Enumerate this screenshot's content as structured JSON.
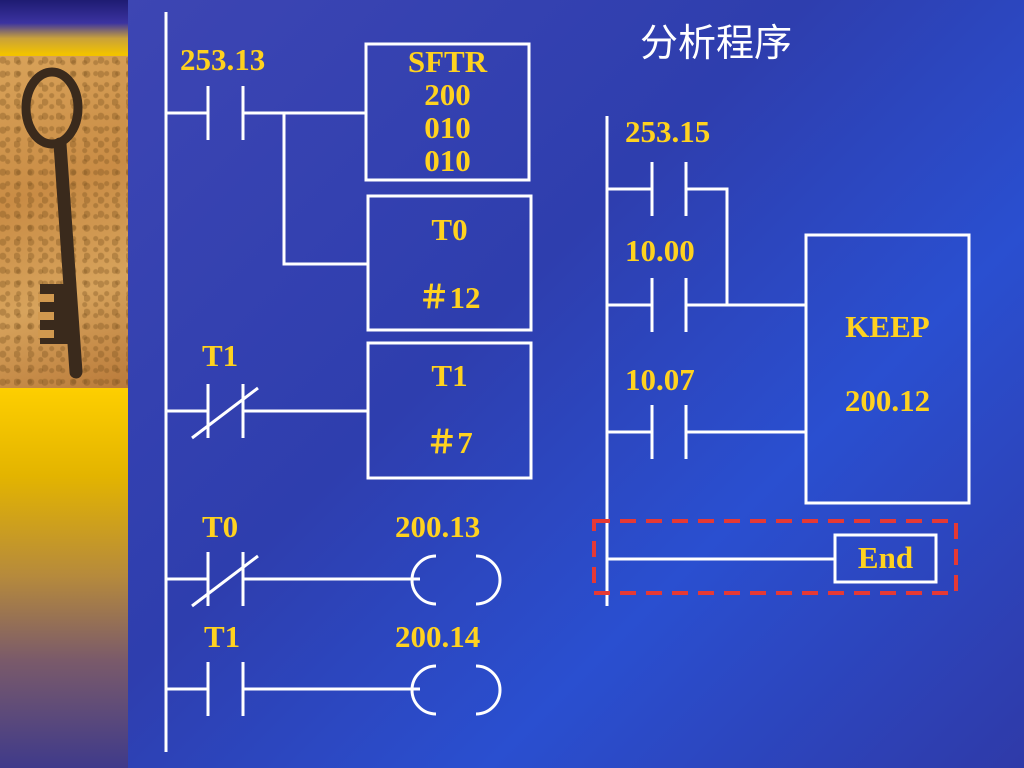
{
  "title": "分析程序",
  "left_ladder": {
    "contact_253_13": "253.13",
    "sftr": {
      "name": "SFTR",
      "line1": "200",
      "line2": "010",
      "line3": "010"
    },
    "timer_t0": {
      "name": "T0",
      "value": "＃12"
    },
    "contact_t1_nc": "T1",
    "timer_t1": {
      "name": "T1",
      "value": "＃7"
    },
    "contact_t0_nc": "T0",
    "coil_200_13": "200.13",
    "contact_t1_no": "T1",
    "coil_200_14": "200.14"
  },
  "right_ladder": {
    "contact_253_15": "253.15",
    "contact_10_00": "10.00",
    "contact_10_07": "10.07",
    "keep": {
      "name": "KEEP",
      "address": "200.12"
    },
    "end_label": "End"
  },
  "colors": {
    "background": "#3343b4",
    "wire": "#ffffff",
    "label": "#ffd21f",
    "highlight": "#e53935"
  },
  "icons": {
    "photo": "key-icon"
  }
}
